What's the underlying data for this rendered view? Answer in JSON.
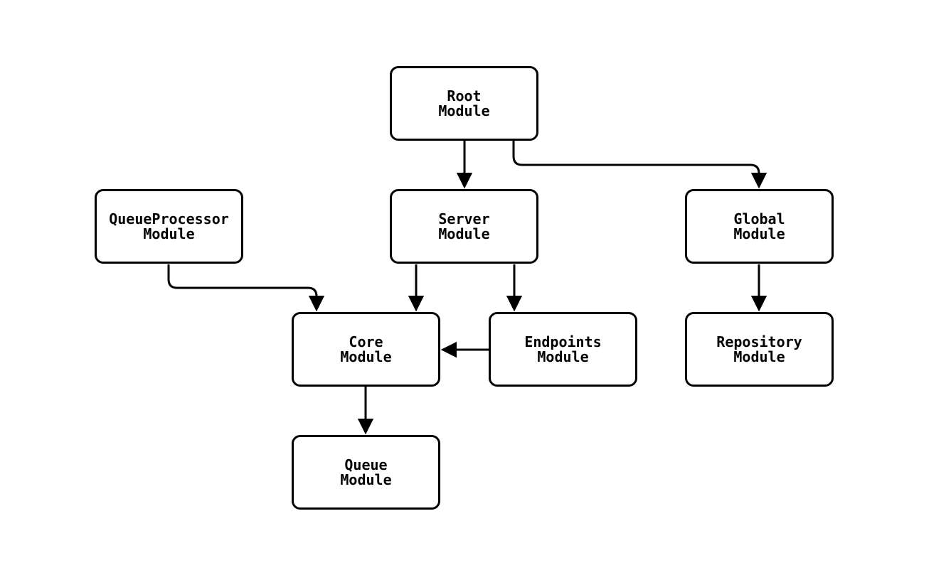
{
  "diagram": {
    "type": "flowchart",
    "background_color": "#ffffff",
    "node_fill_color": "#ffffff",
    "node_border_color": "#000000",
    "edge_color": "#000000",
    "nodes": [
      {
        "id": "root",
        "label": "Root\nModule"
      },
      {
        "id": "queueprocessor",
        "label": "QueueProcessor\nModule"
      },
      {
        "id": "server",
        "label": "Server\nModule"
      },
      {
        "id": "global",
        "label": "Global\nModule"
      },
      {
        "id": "core",
        "label": "Core\nModule"
      },
      {
        "id": "endpoints",
        "label": "Endpoints\nModule"
      },
      {
        "id": "repository",
        "label": "Repository\nModule"
      },
      {
        "id": "queue",
        "label": "Queue\nModule"
      }
    ],
    "edges": [
      {
        "from": "root",
        "to": "server"
      },
      {
        "from": "root",
        "to": "global"
      },
      {
        "from": "queueprocessor",
        "to": "core"
      },
      {
        "from": "server",
        "to": "core"
      },
      {
        "from": "server",
        "to": "endpoints"
      },
      {
        "from": "endpoints",
        "to": "core"
      },
      {
        "from": "global",
        "to": "repository"
      },
      {
        "from": "core",
        "to": "queue"
      }
    ]
  }
}
